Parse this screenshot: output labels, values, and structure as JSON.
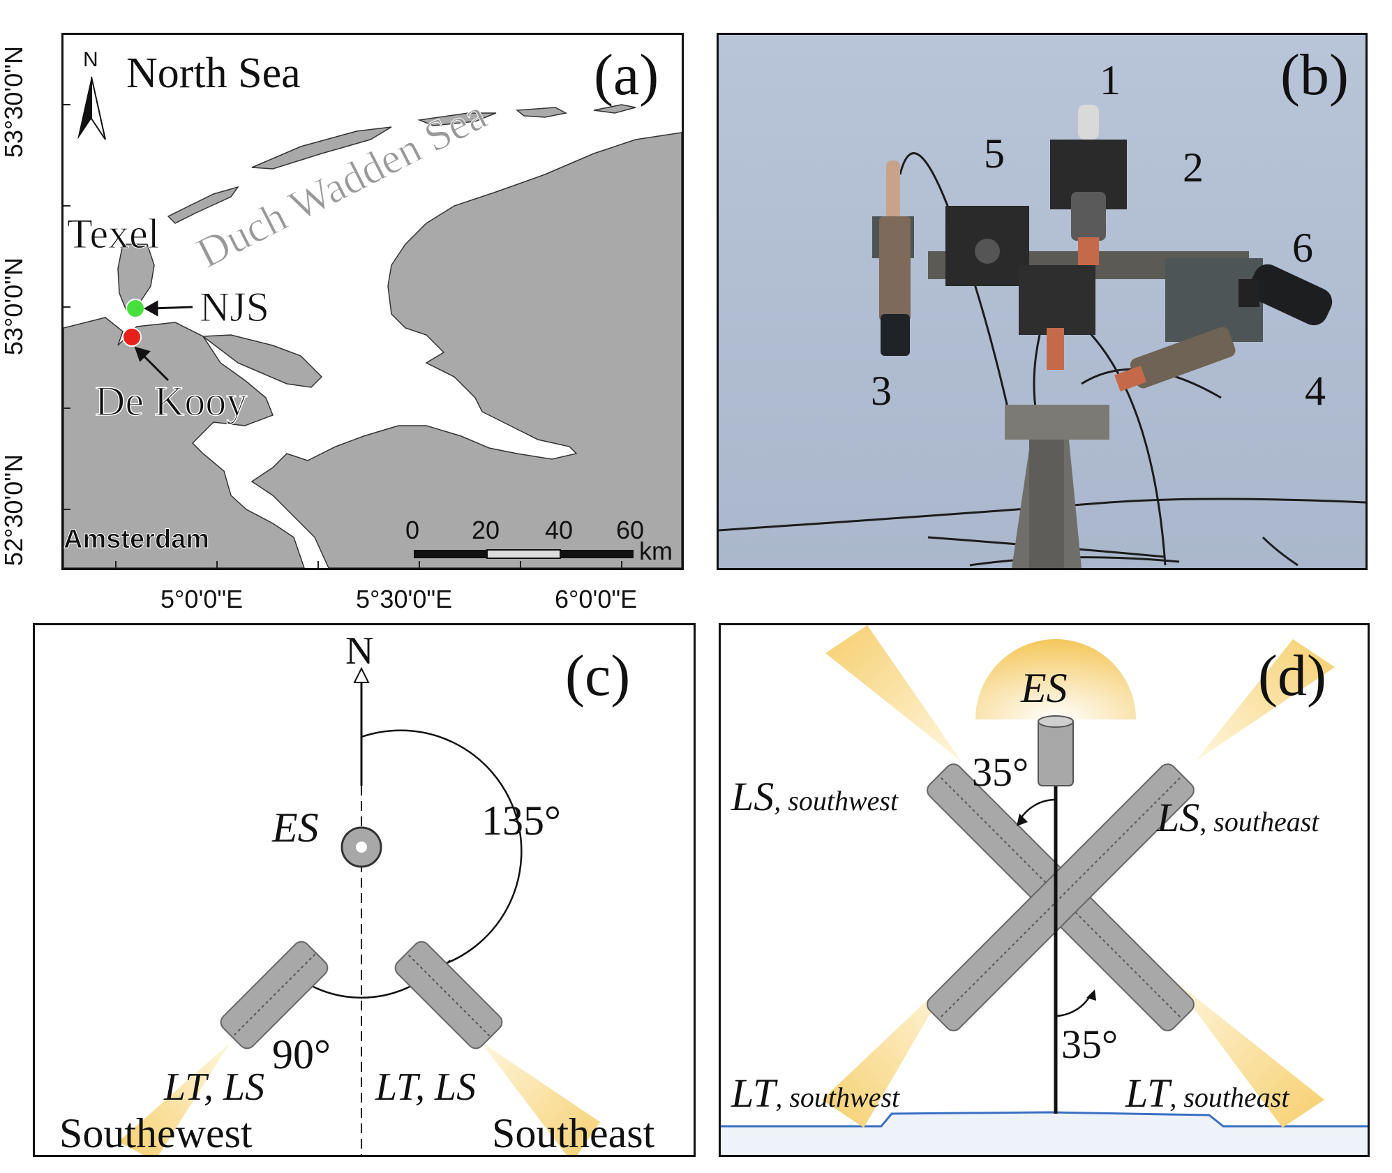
{
  "panel_a": {
    "letter": "(a)",
    "north": "N",
    "sea": "North Sea",
    "wadden": "Duch Wadden Sea",
    "texel": "Texel",
    "njs": "NJS",
    "kooy": "De Kooy",
    "amsterdam": "Amsterdam",
    "scale_ticks": [
      "0",
      "20",
      "40",
      "60"
    ],
    "scale_unit": "km",
    "lat_labels": [
      "53°30'0\"N",
      "53°0'0\"N",
      "52°30'0\"N"
    ],
    "lon_labels": [
      "5°0'0\"E",
      "5°30'0\"E",
      "6°0'0\"E"
    ],
    "colors": {
      "land": "#a9a9a9",
      "njs": "#48e03c",
      "kooy": "#e8201a"
    }
  },
  "panel_b": {
    "letter": "(b)",
    "numbers": [
      "1",
      "2",
      "3",
      "4",
      "5",
      "6"
    ]
  },
  "panel_c": {
    "letter": "(c)",
    "north": "N",
    "es": "ES",
    "angle_large": "135°",
    "angle_small": "90°",
    "lt_ls_left": "LT, LS",
    "lt_ls_right": "LT, LS",
    "southwest": "Southewest",
    "southeast": "Southeast"
  },
  "panel_d": {
    "letter": "(d)",
    "es": "ES",
    "angle_top": "35°",
    "angle_bottom": "35°",
    "ls_sw_main": "LS",
    "ls_sw_sub": "southwest",
    "ls_se_main": "LS",
    "ls_se_sub": "southeast",
    "lt_sw_main": "LT",
    "lt_sw_sub": "southwest",
    "lt_se_main": "LT",
    "lt_se_sub": "southeast",
    "colors": {
      "beam": "#f7d98a",
      "tube": "#a8a8a8",
      "water": "#3a6fc4"
    }
  }
}
